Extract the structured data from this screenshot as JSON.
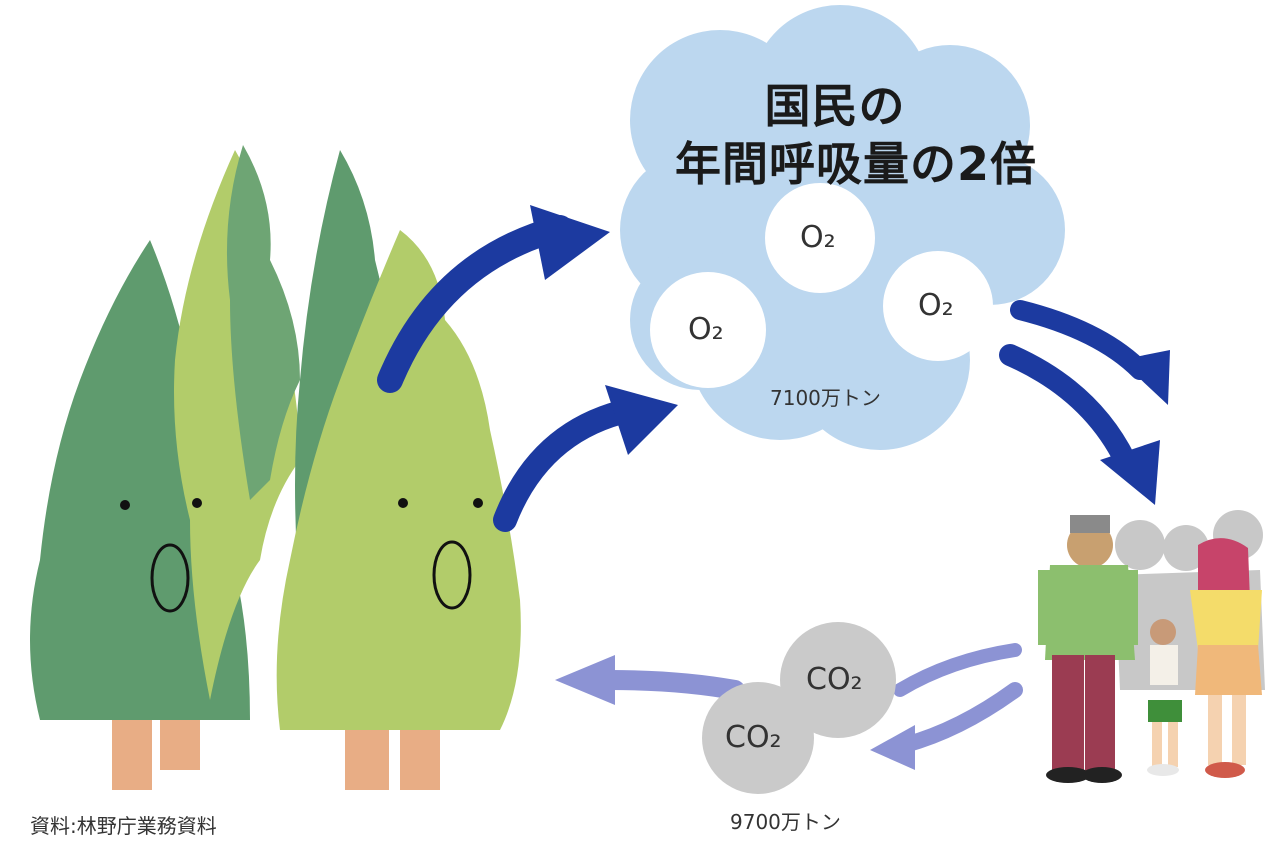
{
  "cloud": {
    "title_line1": "国民の",
    "title_line2": "年間呼吸量の2倍",
    "o2_labels": [
      "O₂",
      "O₂",
      "O₂"
    ],
    "o2_amount": "7100万トン"
  },
  "co2": {
    "labels": [
      "CO₂",
      "CO₂"
    ],
    "amount": "9700万トン"
  },
  "source_note": "資料:林野庁業務資料",
  "colors": {
    "cloud": "#bcd7ef",
    "arrow_blue": "#1c3aa0",
    "arrow_light": "#8c93d4",
    "tree_dark": "#5f9b6e",
    "tree_light": "#b2cc6a",
    "trunk": "#e8ad85",
    "co2_bubble": "#cacaca"
  }
}
